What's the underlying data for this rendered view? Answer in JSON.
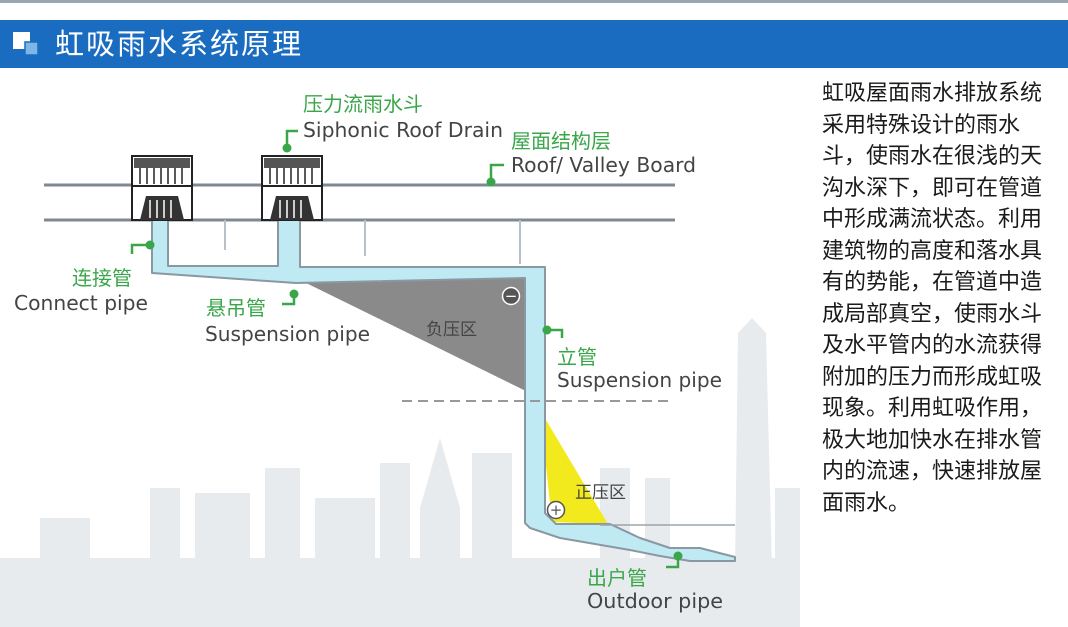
{
  "title": "虹吸雨水系统原理",
  "colors": {
    "title_bar": "#1a6cc0",
    "accent_green": "#3aa64a",
    "water": "#bfe9f3",
    "negative_zone": "#8a8a8a",
    "positive_zone": "#f2ea1c"
  },
  "labels": {
    "drain_cn": "压力流雨水斗",
    "drain_en": "Siphonic Roof Drain",
    "board_cn": "屋面结构层",
    "board_en": "Roof/ Valley Board",
    "connect_cn": "连接管",
    "connect_en": "Connect pipe",
    "suspension_cn": "悬吊管",
    "suspension_en": "Suspension pipe",
    "negative_zone": "负压区",
    "riser_cn": "立管",
    "riser_en": "Suspension pipe",
    "positive_zone": "正压区",
    "outdoor_cn": "出户管",
    "outdoor_en": "Outdoor pipe",
    "minus_sign": "−",
    "plus_sign": "+"
  },
  "description": "虹吸屋面雨水排放系统采用特殊设计的雨水斗，使雨水在很浅的天沟水深下，即可在管道中形成满流状态。利用建筑物的高度和落水具有的势能，在管道中造成局部真空，使雨水斗及水平管内的水流获得附加的压力而形成虹吸现象。利用虹吸作用，极大地加快水在排水管内的流速，快速排放屋面雨水。"
}
